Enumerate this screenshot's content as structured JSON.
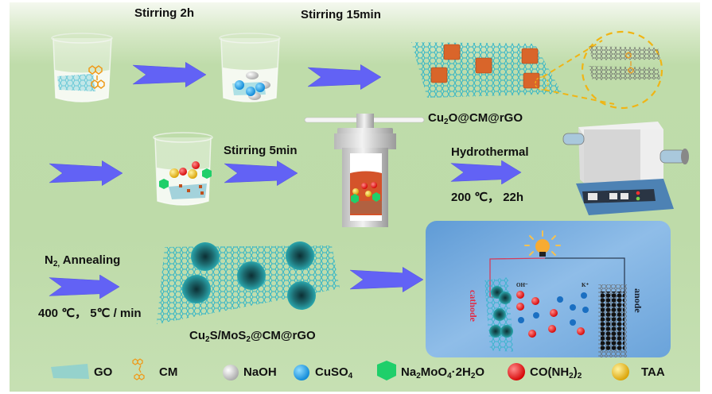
{
  "diagram": {
    "type": "synthesis-scheme",
    "colors": {
      "background": "#bedba9",
      "arrow": "#6262f5",
      "graphene": "#2bb3c8",
      "cu2o_cube": "#d9652a",
      "panel_blue": "#6ea6dc",
      "cathode_label": "#e0304a",
      "oh_ion": "#e21b1b",
      "k_ion": "#1a6fc2"
    },
    "steps": [
      {
        "id": "step1",
        "label": "Stirring 2h"
      },
      {
        "id": "step2",
        "label": "Stirring 15min"
      },
      {
        "id": "step3",
        "label": ""
      },
      {
        "id": "step4",
        "label": "Stirring 5min"
      },
      {
        "id": "step5",
        "label": "Hydrothermal",
        "sublabel": "200 ℃， 22h"
      },
      {
        "id": "step6",
        "label_prefix": "N",
        "label_sub": "2,",
        "label_suffix": " Annealing",
        "sublabel": "400 ℃， 5℃ / min"
      },
      {
        "id": "step7",
        "label": ""
      }
    ],
    "products": {
      "intermediate": {
        "pre": "Cu",
        "sub": "2",
        "post": "O@CM@rGO"
      },
      "final": {
        "pre": "Cu",
        "sub1": "2",
        "mid": "S/MoS",
        "sub2": "2",
        "post": "@CM@rGO"
      }
    },
    "battery": {
      "cathode": "cathode",
      "anode": "anode",
      "oh_label": "OH⁻",
      "k_label": "K⁺",
      "icon": "light-bulb-icon"
    },
    "legend": [
      {
        "icon": "go-sheet-icon",
        "label": "GO"
      },
      {
        "icon": "cm-molecule-icon",
        "label": "CM"
      },
      {
        "icon": "naoh-sphere-icon",
        "label": "NaOH",
        "color": "#d8d8d8"
      },
      {
        "icon": "cuso4-sphere-icon",
        "label_pre": "CuSO",
        "label_sub": "4",
        "color": "#1aa4ee"
      },
      {
        "icon": "na2moo4-hexagon-icon",
        "label_html": [
          "Na",
          "2",
          "MoO",
          "4",
          "·2H",
          "2",
          "O"
        ],
        "color": "#1fcf6a"
      },
      {
        "icon": "urea-sphere-icon",
        "label_parts": [
          "CO(NH",
          "2",
          ")",
          "2"
        ],
        "color": "#ee1111"
      },
      {
        "icon": "taa-sphere-icon",
        "label": "TAA",
        "color": "#f3c20b"
      }
    ]
  }
}
